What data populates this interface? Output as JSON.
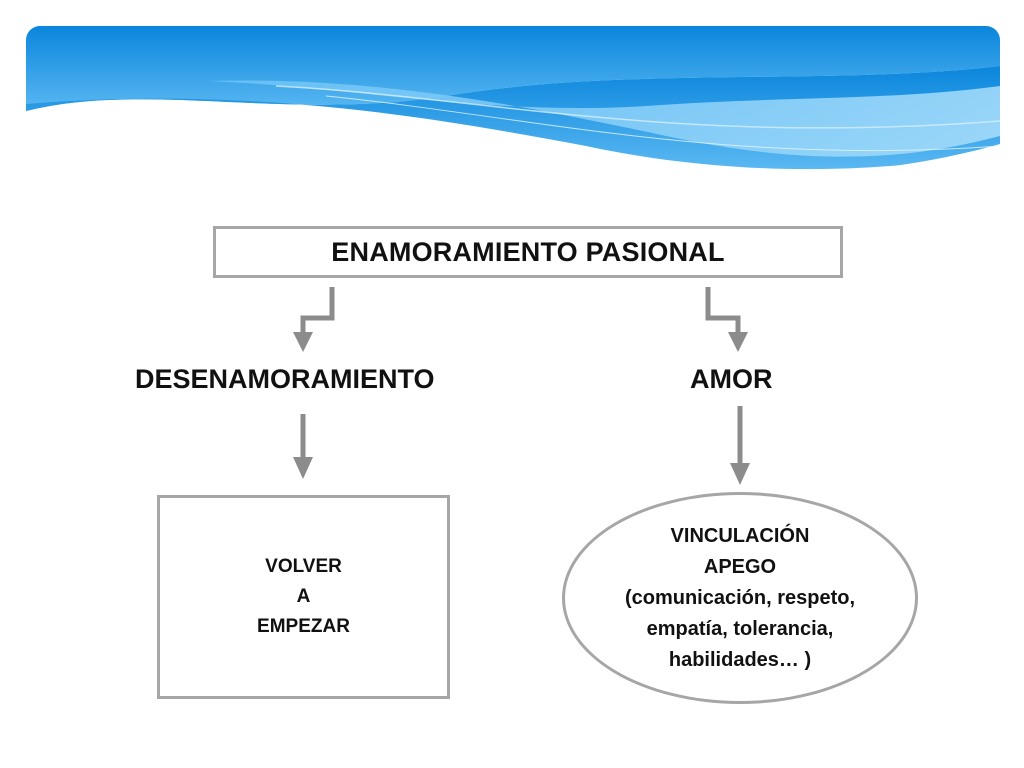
{
  "colors": {
    "banner_top": "#0d8fe0",
    "banner_light": "#8fd2fa",
    "stroke": "#a6a6a6",
    "arrow": "#8c8c8c",
    "text": "#111111"
  },
  "top_box": {
    "title": "ENAMORAMIENTO PASIONAL"
  },
  "left_branch": {
    "label": "DESENAMORAMIENTO",
    "box_lines": [
      "VOLVER",
      "A",
      "EMPEZAR"
    ]
  },
  "right_branch": {
    "label": "AMOR",
    "ellipse_lines": [
      "VINCULACIÓN",
      "APEGO",
      "(comunicación, respeto,",
      "empatía, tolerancia,",
      "habilidades… )"
    ]
  }
}
